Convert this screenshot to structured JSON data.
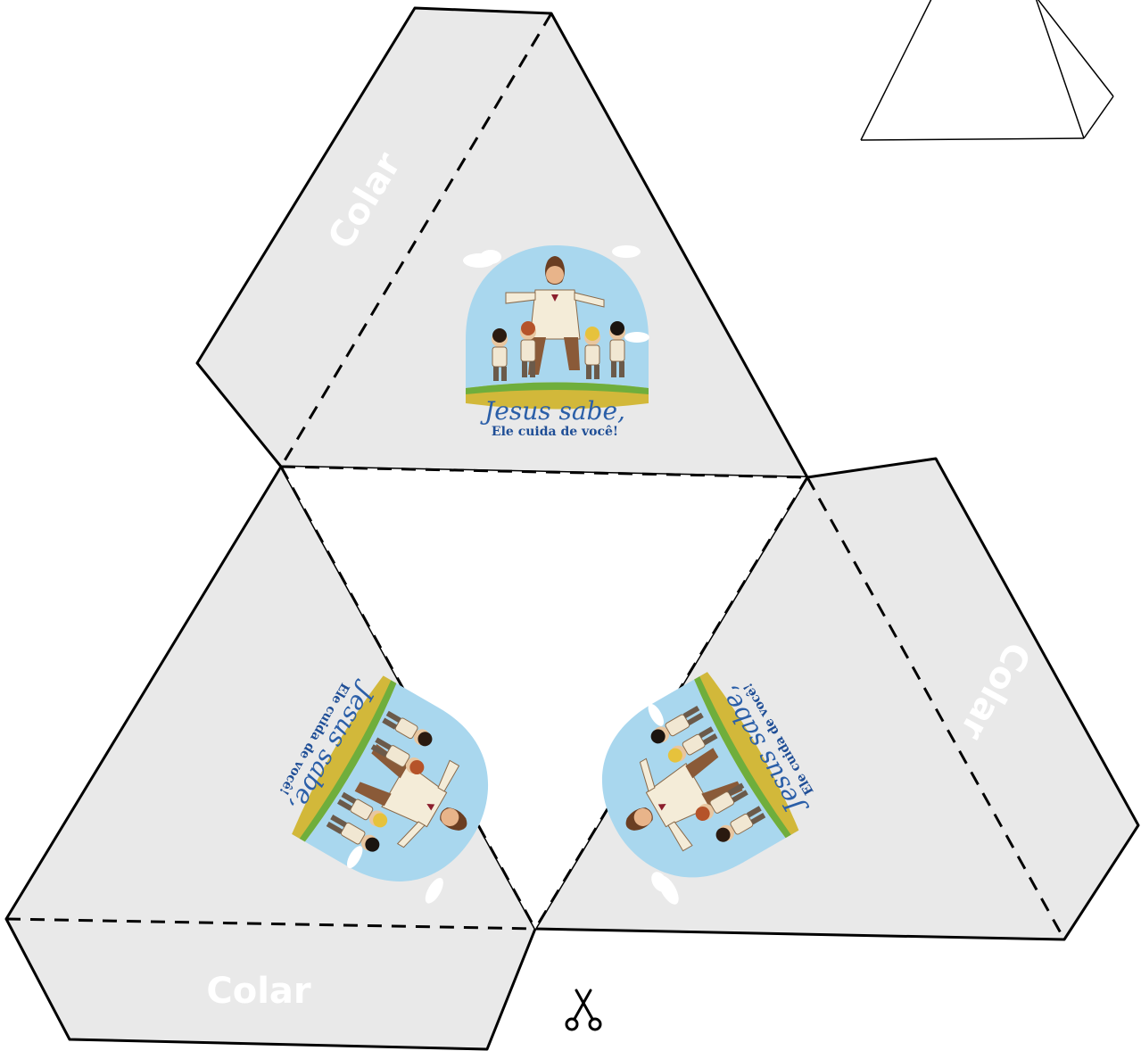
{
  "template": {
    "flap_labels": [
      "Colar",
      "Colar",
      "Colar"
    ],
    "illustration": {
      "title": "Jesus sabe,",
      "subtitle": "Ele cuida de você!"
    }
  },
  "colors": {
    "panel_fill": "#e9e9e9",
    "outline": "#000000",
    "sky": "#a9d7ee",
    "grass_green": "#6fae3c",
    "grass_yellow": "#d2b83a",
    "text_blue": "#2b5fa8"
  },
  "icons": [
    "scissors-icon",
    "pyramid-icon"
  ]
}
